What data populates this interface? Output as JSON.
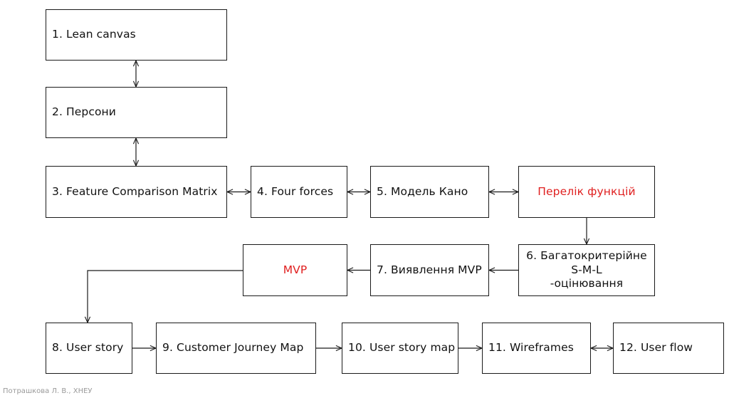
{
  "diagram": {
    "nodes": [
      {
        "id": "n1",
        "label": "1. Lean canvas"
      },
      {
        "id": "n2",
        "label": "2. Персони"
      },
      {
        "id": "n3",
        "label": "3. Feature Comparison Matrix"
      },
      {
        "id": "n4",
        "label": "4. Four forces"
      },
      {
        "id": "n5",
        "label": "5. Модель Кано"
      },
      {
        "id": "np",
        "label": "Перелік функцій",
        "accent": true
      },
      {
        "id": "n6",
        "label": "6. Багатокритерійне\nS-M-L\n-оцінювання"
      },
      {
        "id": "n7",
        "label": "7. Виявлення MVP"
      },
      {
        "id": "nm",
        "label": "MVP",
        "accent": true
      },
      {
        "id": "n8",
        "label": "8. User story"
      },
      {
        "id": "n9",
        "label": "9. Customer Journey Map"
      },
      {
        "id": "n10",
        "label": "10. User story map"
      },
      {
        "id": "n11",
        "label": "11. Wireframes"
      },
      {
        "id": "n12",
        "label": "12. User flow"
      }
    ],
    "edges": [
      {
        "from": "n1",
        "to": "n2",
        "type": "bidirectional"
      },
      {
        "from": "n2",
        "to": "n3",
        "type": "bidirectional"
      },
      {
        "from": "n3",
        "to": "n4",
        "type": "bidirectional"
      },
      {
        "from": "n4",
        "to": "n5",
        "type": "bidirectional"
      },
      {
        "from": "n5",
        "to": "np",
        "type": "bidirectional"
      },
      {
        "from": "np",
        "to": "n6",
        "type": "directed"
      },
      {
        "from": "n6",
        "to": "n7",
        "type": "directed"
      },
      {
        "from": "n7",
        "to": "nm",
        "type": "directed"
      },
      {
        "from": "nm",
        "to": "n8",
        "type": "directed"
      },
      {
        "from": "n8",
        "to": "n9",
        "type": "directed"
      },
      {
        "from": "n9",
        "to": "n10",
        "type": "directed"
      },
      {
        "from": "n10",
        "to": "n11",
        "type": "directed"
      },
      {
        "from": "n11",
        "to": "n12",
        "type": "bidirectional"
      }
    ],
    "colors": {
      "accent": "#e02020",
      "line": "#1a1a1a",
      "text": "#111111"
    }
  },
  "footer": {
    "credit": "Потрашкова Л. В., ХНЕУ"
  }
}
